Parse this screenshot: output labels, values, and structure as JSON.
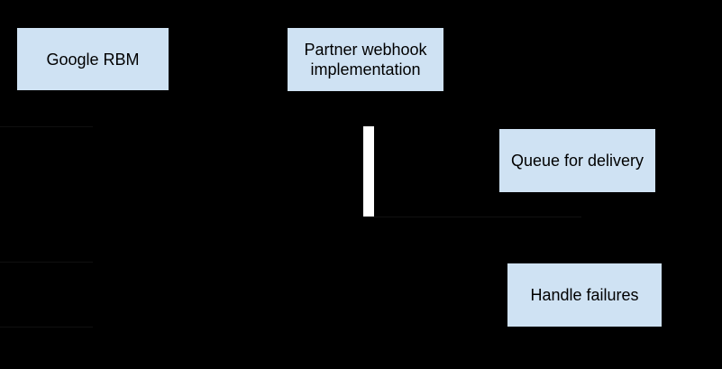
{
  "colors": {
    "background": "#000000",
    "node_fill": "#cfe2f3",
    "node_border": "#000000",
    "node_text": "#000000",
    "activation_fill": "#ffffff",
    "faint_line": "#101010"
  },
  "nodes": {
    "google_rbm": {
      "label": "Google RBM"
    },
    "partner_webhook": {
      "label": "Partner webhook implementation"
    },
    "queue_for_delivery": {
      "label": "Queue for delivery"
    },
    "handle_failures": {
      "label": "Handle failures"
    }
  }
}
